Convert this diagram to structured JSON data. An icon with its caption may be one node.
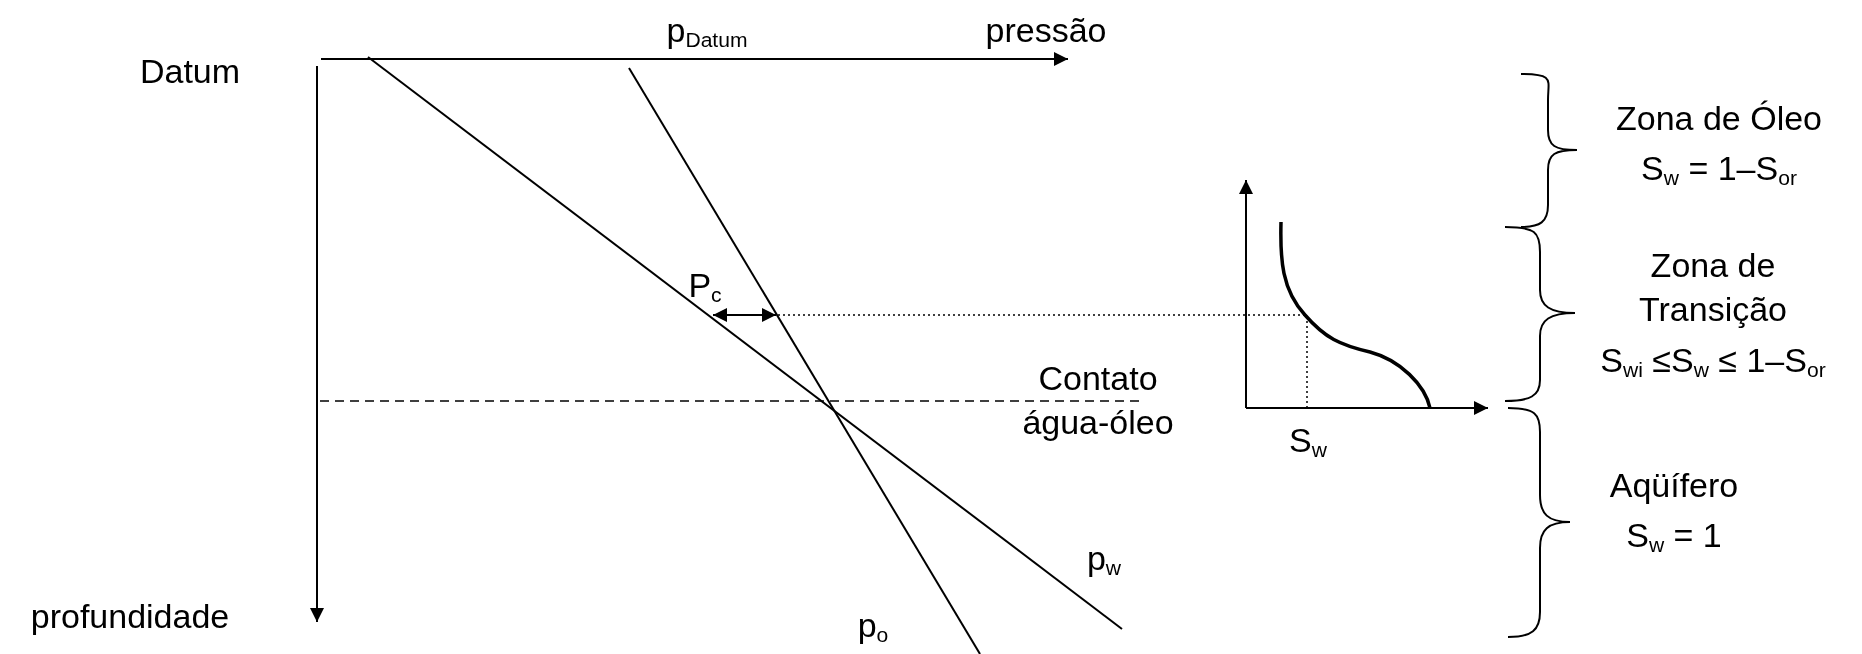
{
  "diagram": {
    "labels": [
      "p$_{Datum}$",
      "pressão",
      "Datum",
      "Zona de Óleo",
      "S$_{w}$ = 1–S$_{or}$",
      "P$_{c}$",
      "Zona de Transição",
      "S$_{wi}$ ≤S$_{w}$ ≤ 1–S$_{or}$",
      "Contato água-óleo",
      "S$_{w}$",
      "Aqüífero",
      "S$_{w}$ = 1",
      "p$_{w}$",
      "profundidade",
      "p$_{o}$"
    ]
  }
}
